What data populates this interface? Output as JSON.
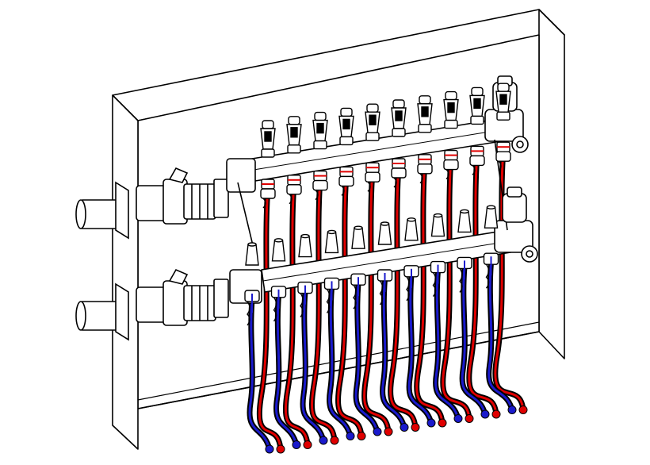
{
  "diagram": {
    "subject": "underfloor-heating-manifold",
    "outlet_count": 10,
    "colors": {
      "line": "#000000",
      "supply_pipe": "#e00000",
      "return_pipe": "#1a1acc",
      "background": "#ffffff"
    },
    "components": [
      "cabinet-box",
      "supply-ball-valve",
      "return-ball-valve",
      "supply-manifold-bar",
      "return-manifold-bar",
      "flow-meter",
      "actuator-cap",
      "air-vent",
      "outlet-pipe"
    ]
  }
}
